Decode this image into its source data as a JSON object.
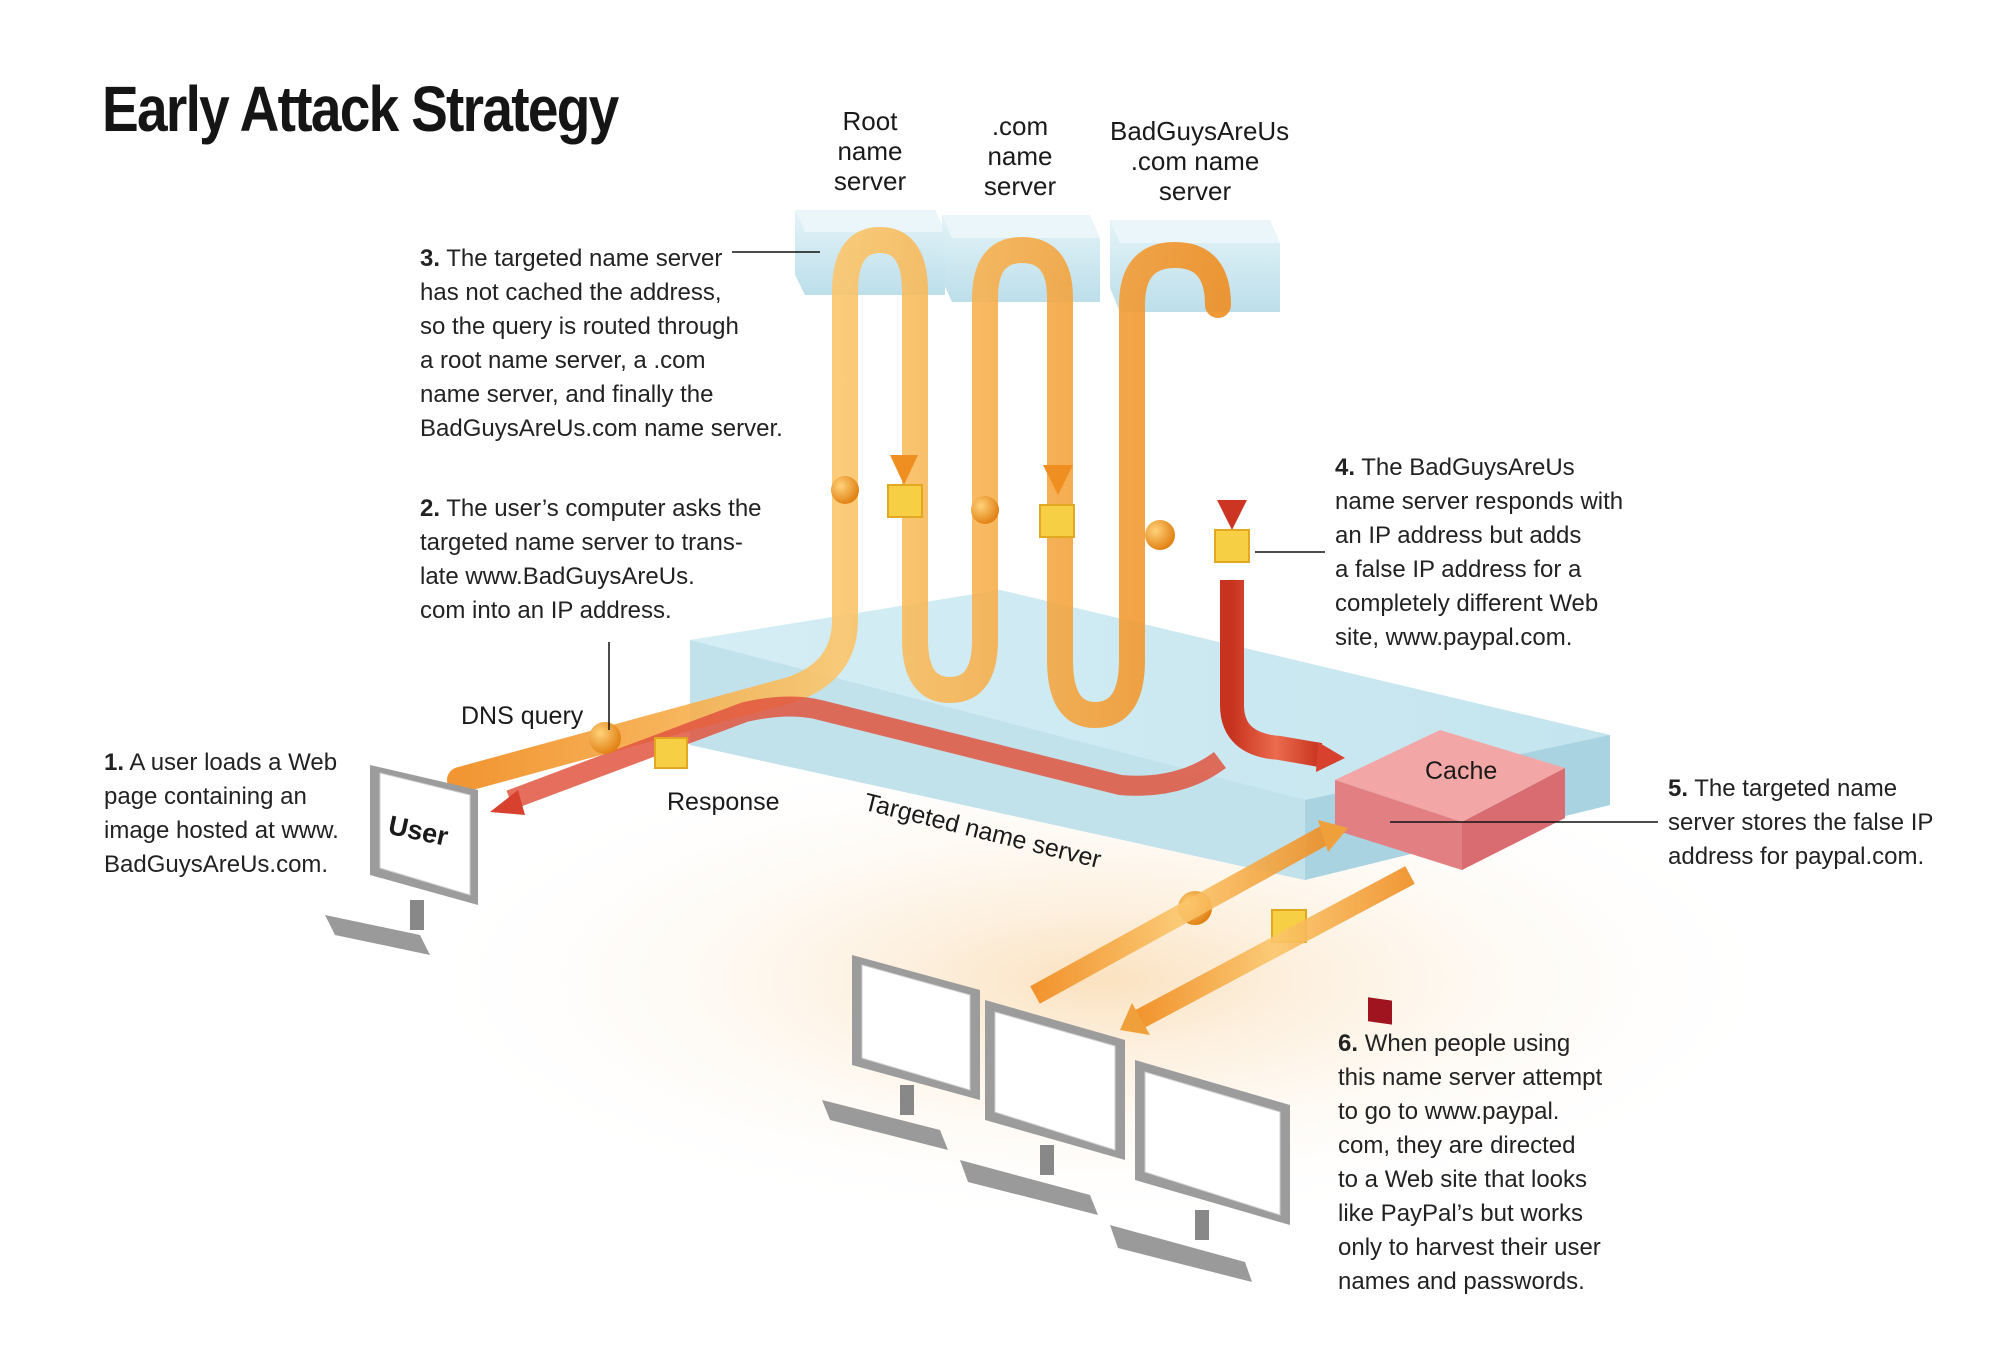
{
  "title": "Early Attack Strategy",
  "servers": [
    {
      "lines": [
        "Root",
        "name",
        "server"
      ]
    },
    {
      "lines": [
        ".com",
        "name",
        "server"
      ]
    },
    {
      "lines": [
        "BadGuysAreUs",
        ".com name",
        "server"
      ]
    }
  ],
  "labels": {
    "dns_query": "DNS query",
    "response": "Response",
    "user": "User",
    "cache": "Cache",
    "targeted": "Targeted name server"
  },
  "steps": [
    {
      "num": "1.",
      "lines": [
        "A user loads a Web",
        "page containing an",
        "image hosted at www.",
        "BadGuysAreUs.com."
      ]
    },
    {
      "num": "2.",
      "lines": [
        "The user’s computer asks the",
        "targeted name server to trans-",
        "late www.BadGuysAreUs.",
        "com into an IP address."
      ]
    },
    {
      "num": "3.",
      "lines": [
        "The targeted name server",
        "has not cached the address,",
        "so the query is routed through",
        "a root name server, a .com",
        "name server, and finally the",
        "BadGuysAreUs.com name server."
      ]
    },
    {
      "num": "4.",
      "lines": [
        "The BadGuysAreUs",
        "name server responds with",
        "an IP address but adds",
        "a false IP address for a",
        "completely different Web",
        "site, www.paypal.com."
      ]
    },
    {
      "num": "5.",
      "lines": [
        "The targeted name",
        "server stores the false IP",
        "address for paypal.com."
      ]
    },
    {
      "num": "6.",
      "lines": [
        "When people using",
        "this name server attempt",
        "to go to www.paypal.",
        "com, they are directed",
        "to a Web site that looks",
        "like PayPal’s but works",
        "only to harvest their user",
        "names and passwords."
      ]
    }
  ],
  "colors": {
    "query_orange": "#f2a23a",
    "response_red": "#d8412e",
    "server_ice": "#cfe8f0",
    "cache_pink": "#ef8a8a",
    "packet_yellow": "#f7d24a"
  }
}
